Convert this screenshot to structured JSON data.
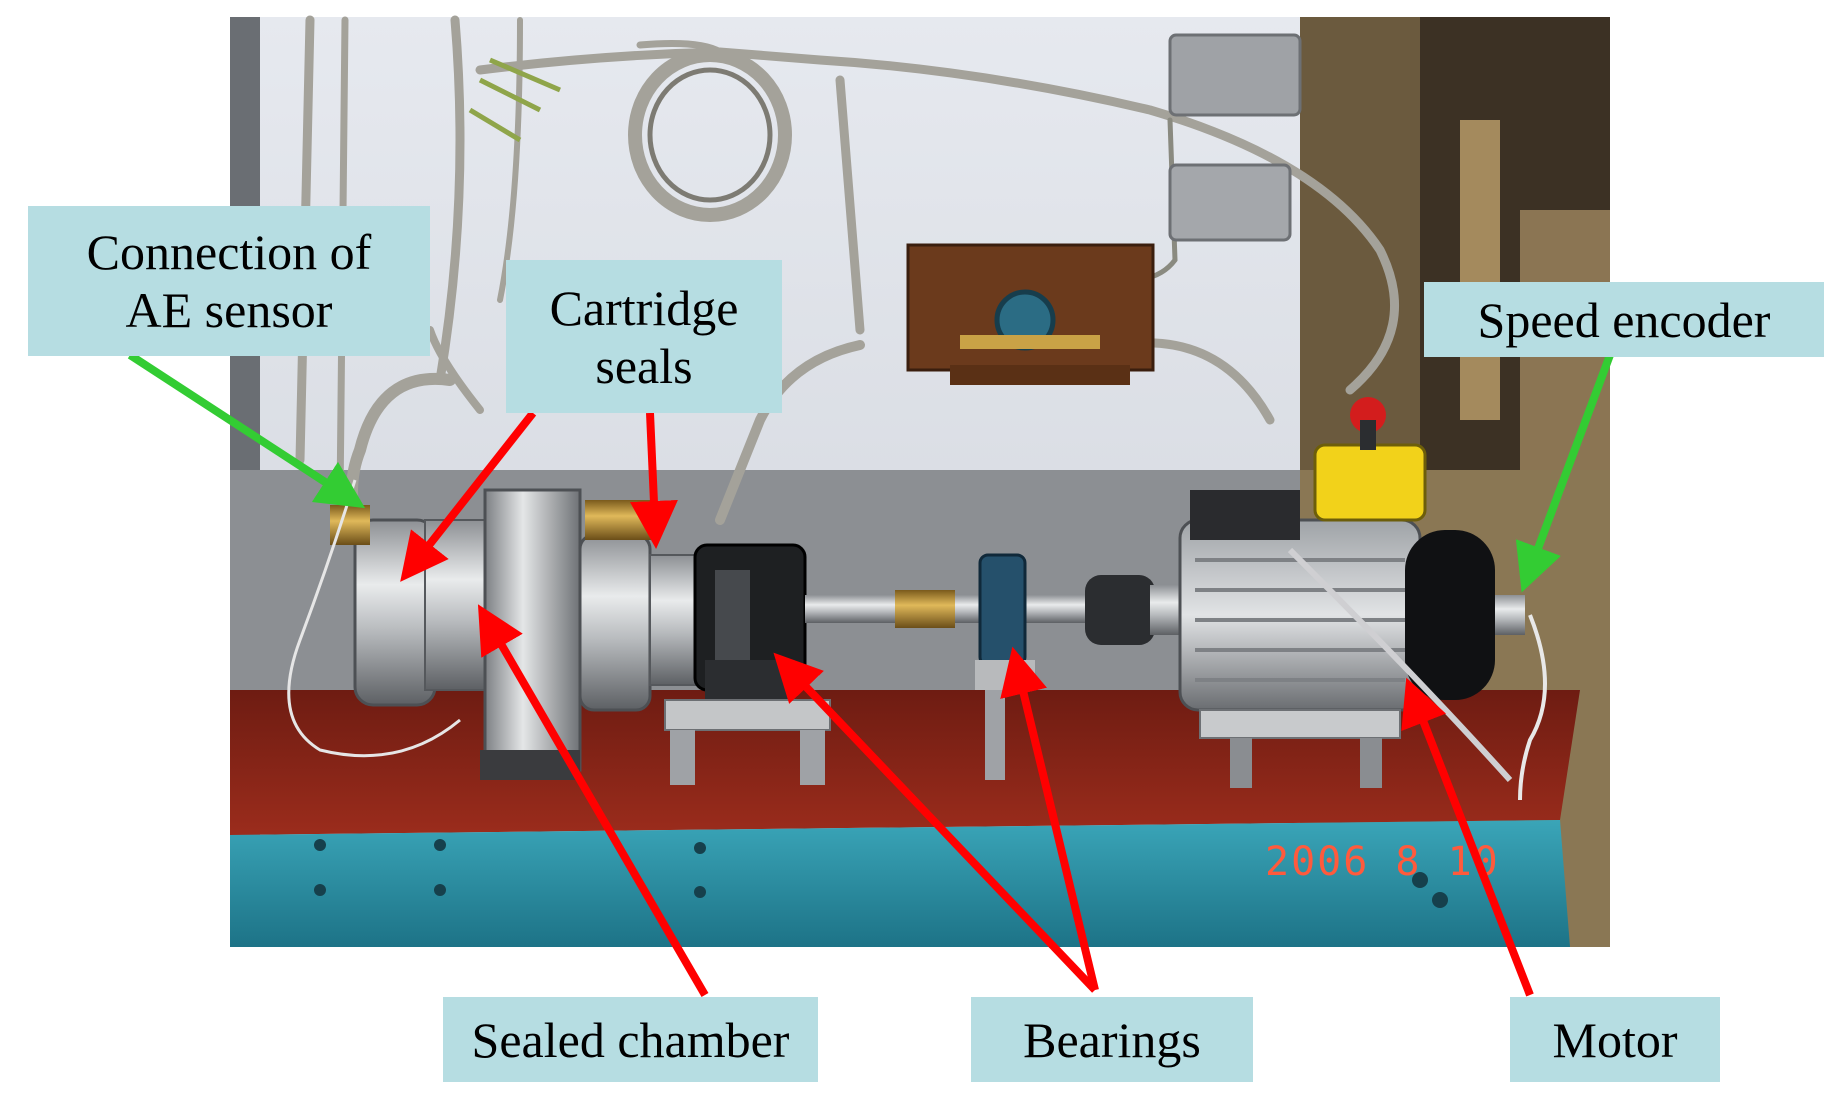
{
  "photo": {
    "date_stamp": "2006  8  10"
  },
  "labels": {
    "ae_sensor": {
      "line1": "Connection of",
      "line2": "AE sensor"
    },
    "cartridge_seals": {
      "line1": "Cartridge",
      "line2": "seals"
    },
    "speed_encoder": {
      "text": "Speed encoder"
    },
    "sealed_chamber": {
      "text": "Sealed chamber"
    },
    "bearings": {
      "text": "Bearings"
    },
    "motor": {
      "text": "Motor"
    }
  },
  "colors": {
    "label_fill": "#b6dde2",
    "arrow_red": "#ff0000",
    "arrow_green": "#33cc33",
    "base_red": "#8a2418",
    "frame_teal": "#2a93a8",
    "wall": "#dfe3ea"
  }
}
